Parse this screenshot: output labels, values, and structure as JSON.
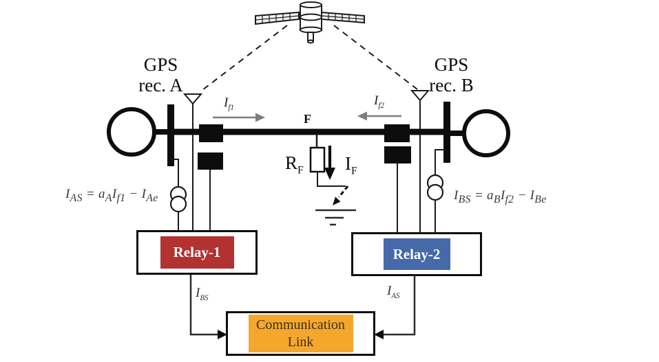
{
  "labels": {
    "gps_a_line1": "GPS",
    "gps_a_line2": "rec. A",
    "gps_b_line1": "GPS",
    "gps_b_line2": "rec. B",
    "fault_point": "F",
    "relay1": "Relay-1",
    "relay2": "Relay-2",
    "comm_line1": "Communication",
    "comm_line2": "Link"
  },
  "math": {
    "if1": [
      {
        "t": "I"
      },
      {
        "sub": "f1"
      }
    ],
    "if2": [
      {
        "t": "I"
      },
      {
        "sub": "f2"
      }
    ],
    "rf": [
      {
        "t": "R"
      },
      {
        "sub": "F"
      }
    ],
    "if_fault": [
      {
        "t": "I"
      },
      {
        "sub": "F"
      }
    ],
    "ibs_signal": [
      {
        "t": "I"
      },
      {
        "sub": "BS"
      }
    ],
    "ias_signal": [
      {
        "t": "I"
      },
      {
        "sub": "AS"
      }
    ],
    "formula_a": [
      {
        "t": "I"
      },
      {
        "sub": "AS"
      },
      {
        "t": " = a"
      },
      {
        "sub": "A"
      },
      {
        "t": "I"
      },
      {
        "sub": "f1"
      },
      {
        "t": " − I"
      },
      {
        "sub": "Ae"
      }
    ],
    "formula_b": [
      {
        "t": "I"
      },
      {
        "sub": "BS"
      },
      {
        "t": " = a"
      },
      {
        "sub": "B"
      },
      {
        "t": "I"
      },
      {
        "sub": "f2"
      },
      {
        "t": " − I"
      },
      {
        "sub": "Be"
      }
    ]
  },
  "colors": {
    "relay1_bg": "#b13231",
    "relay2_bg": "#4569a9",
    "comm_bg": "#f4a72d",
    "arrow_gray": "#7d7d7d",
    "ink": "#111111"
  }
}
